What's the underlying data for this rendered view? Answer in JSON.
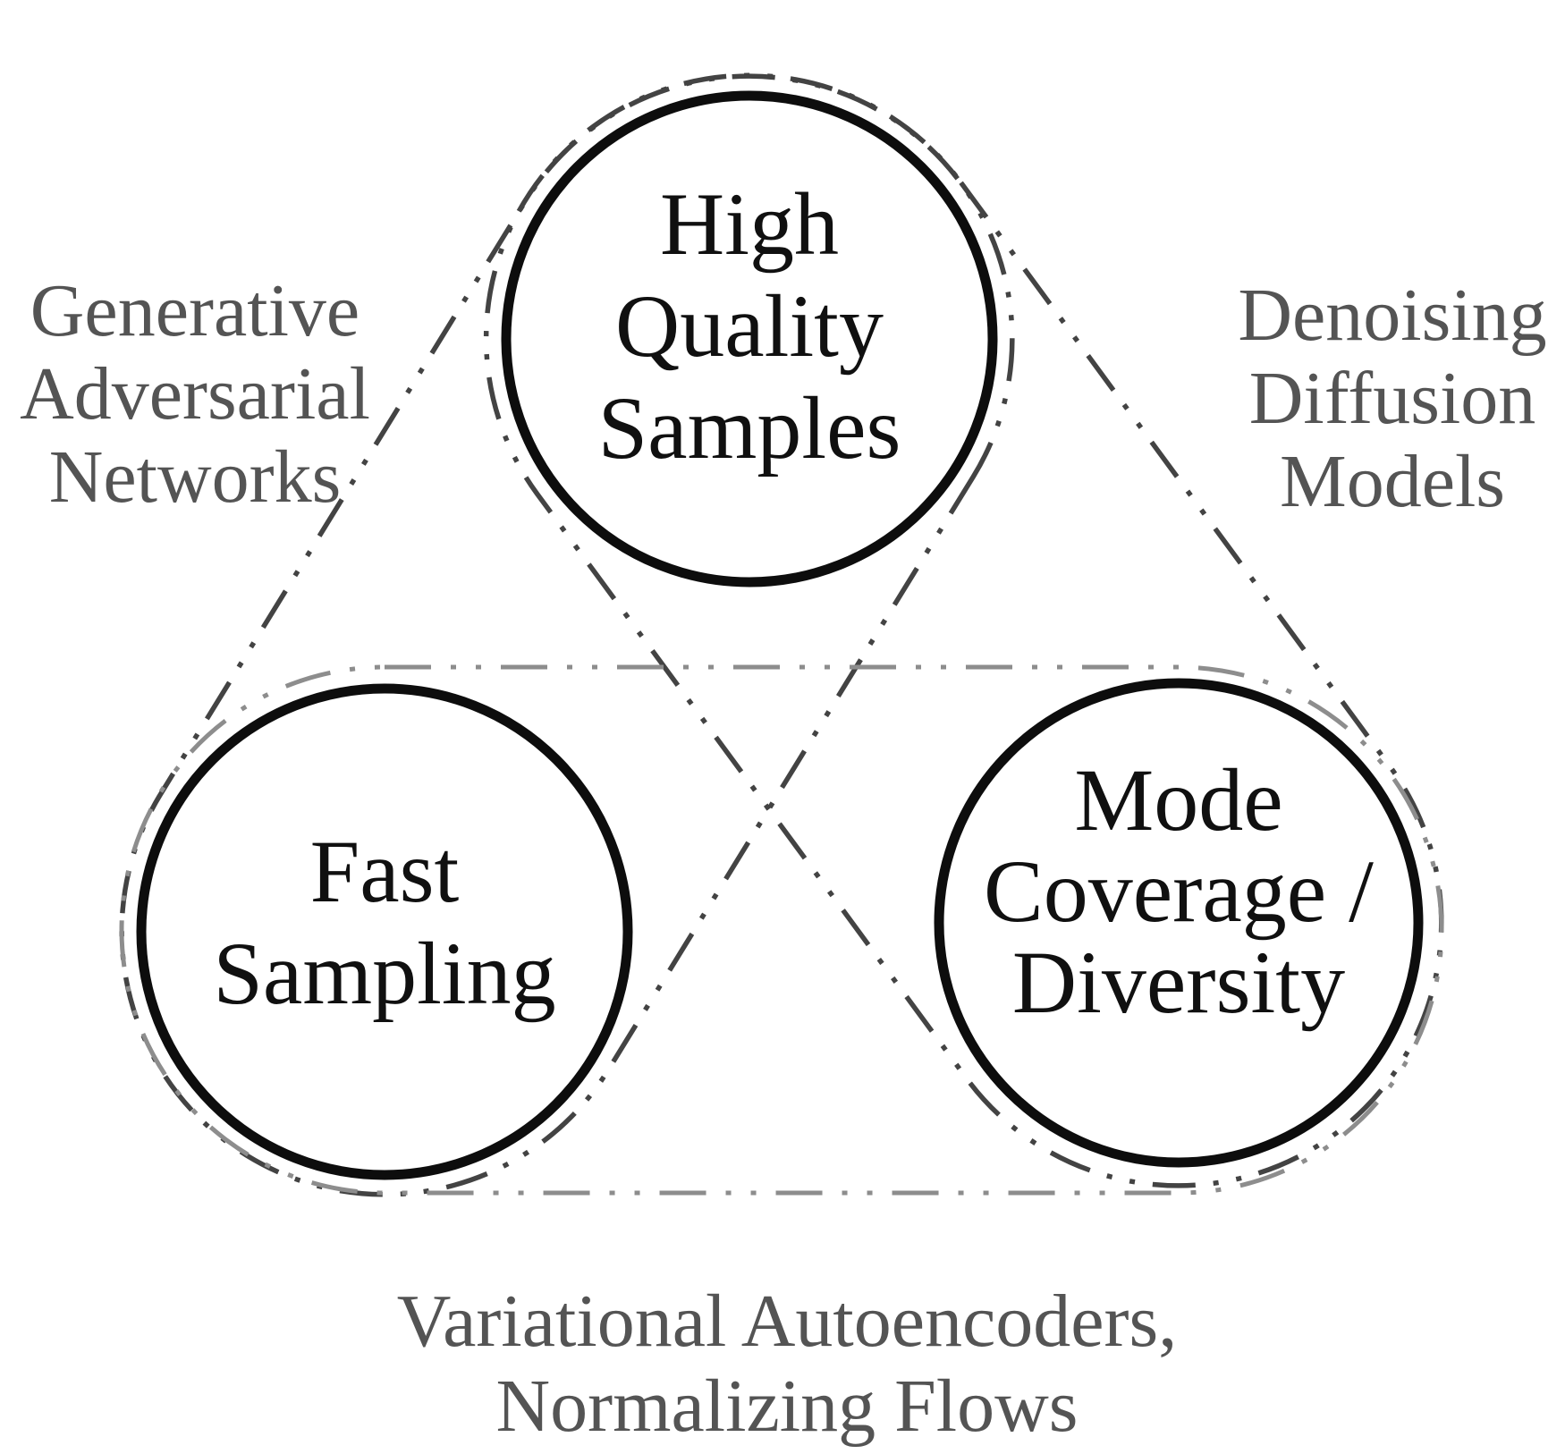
{
  "diagram": {
    "name": "generative-learning-trilemma",
    "circles": [
      {
        "id": "high-quality-samples",
        "lines": [
          "High",
          "Quality",
          "Samples"
        ]
      },
      {
        "id": "fast-sampling",
        "lines": [
          "Fast",
          "Sampling"
        ]
      },
      {
        "id": "mode-coverage-diversity",
        "lines": [
          "Mode",
          "Coverage /",
          "Diversity"
        ]
      }
    ],
    "edge_labels": [
      {
        "id": "generative-adversarial-networks",
        "connects": [
          "high-quality-samples",
          "fast-sampling"
        ],
        "lines": [
          "Generative",
          "Adversarial",
          "Networks"
        ]
      },
      {
        "id": "denoising-diffusion-models",
        "connects": [
          "high-quality-samples",
          "mode-coverage-diversity"
        ],
        "lines": [
          "Denoising",
          "Diffusion",
          "Models"
        ]
      },
      {
        "id": "variational-autoencoders-normalizing-flows",
        "connects": [
          "fast-sampling",
          "mode-coverage-diversity"
        ],
        "lines": [
          "Variational Autoencoders,",
          "Normalizing Flows"
        ]
      }
    ],
    "colors": {
      "background": "#ffffff",
      "circle_stroke": "#0d0d0d",
      "circle_text": "#101010",
      "label_text": "#545454",
      "loop_dark": "#434343",
      "loop_light": "#8d8d8d"
    }
  }
}
